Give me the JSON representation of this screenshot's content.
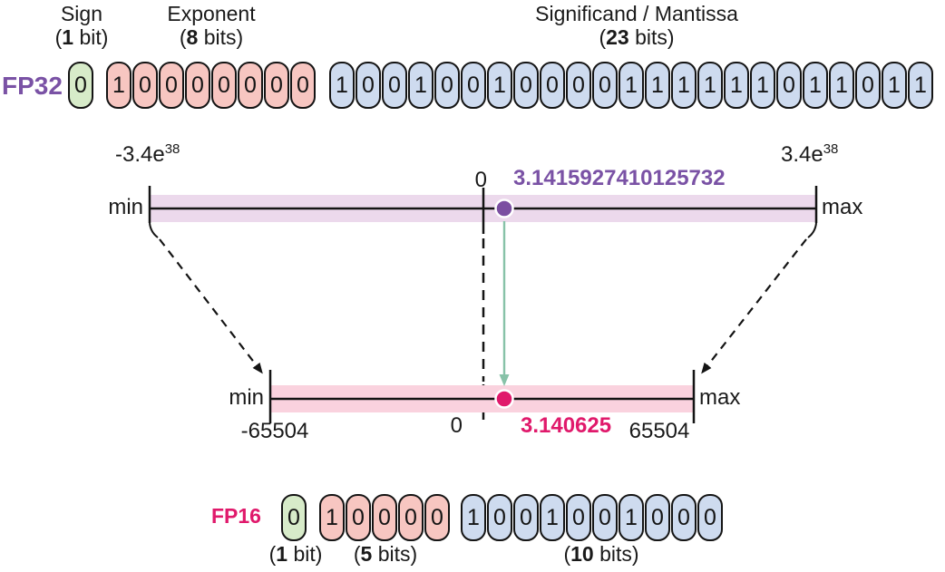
{
  "colors": {
    "purple": "#7a52a5",
    "pink": "#e0196b",
    "purple_dot": "#7b4fa1",
    "pink_dot": "#e0196b",
    "green_fill": "#d7ebc9",
    "pink_fill": "#f7c6c1",
    "blue_fill": "#cedbef",
    "band_purple": "#ecd9ec",
    "band_pink": "#fad2de",
    "arrow_green": "#87c2a8",
    "line_black": "#141414"
  },
  "headers": {
    "sign": {
      "title": "Sign",
      "paren_open": "(",
      "count": "1",
      "paren_rest": " bit)"
    },
    "exponent": {
      "title": "Exponent",
      "paren_open": "(",
      "count": "8",
      "paren_rest": " bits)"
    },
    "mantissa": {
      "title": "Significand / Mantissa",
      "paren_open": "(",
      "count": "23",
      "paren_rest": " bits)"
    }
  },
  "fp32": {
    "label": "FP32",
    "sign_bits": [
      "0"
    ],
    "exponent_bits": [
      "1",
      "0",
      "0",
      "0",
      "0",
      "0",
      "0",
      "0"
    ],
    "mantissa_bits": [
      "1",
      "0",
      "0",
      "1",
      "0",
      "0",
      "1",
      "0",
      "0",
      "0",
      "0",
      "1",
      "1",
      "1",
      "1",
      "1",
      "1",
      "0",
      "1",
      "1",
      "0",
      "1",
      "1"
    ]
  },
  "fp32_line": {
    "min_label": "min",
    "max_label": "max",
    "min_value_base": "-3.4e",
    "min_value_exp": "38",
    "max_value_base": "3.4e",
    "max_value_exp": "38",
    "zero_label": "0",
    "pi_value": "3.1415927410125732"
  },
  "fp16_line": {
    "min_label": "min",
    "max_label": "max",
    "min_value": "-65504",
    "max_value": "65504",
    "zero_label": "0",
    "pi_value": "3.140625"
  },
  "fp16": {
    "label": "FP16",
    "sign_bits": [
      "0"
    ],
    "exponent_bits": [
      "1",
      "0",
      "0",
      "0",
      "0"
    ],
    "mantissa_bits": [
      "1",
      "0",
      "0",
      "1",
      "0",
      "0",
      "1",
      "0",
      "0",
      "0"
    ],
    "sign_caption": {
      "paren_open": "(",
      "count": "1",
      "paren_rest": " bit)"
    },
    "exponent_caption": {
      "paren_open": "(",
      "count": "5",
      "paren_rest": " bits)"
    },
    "mantissa_caption": {
      "paren_open": "(",
      "count": "10",
      "paren_rest": " bits)"
    }
  }
}
